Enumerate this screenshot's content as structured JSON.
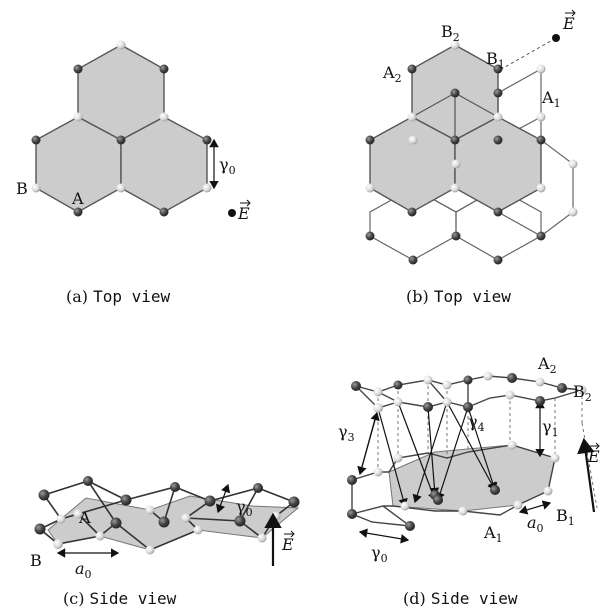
{
  "panels": [
    {
      "caption_letter": "(a)",
      "caption_text": "Top view"
    },
    {
      "caption_letter": "(b)",
      "caption_text": "Top view"
    },
    {
      "caption_letter": "(c)",
      "caption_text": "Side view"
    },
    {
      "caption_letter": "(d)",
      "caption_text": "Side view"
    }
  ],
  "labels": {
    "a": {
      "A": "A",
      "B": "B",
      "gamma0": "γ",
      "gamma0_sub": "0",
      "E": "E"
    },
    "b": {
      "B2": "B",
      "B2_sub": "2",
      "B1": "B",
      "B1_sub": "1",
      "A2": "A",
      "A2_sub": "2",
      "A1": "A",
      "A1_sub": "1",
      "E": "E"
    },
    "c": {
      "A": "A",
      "B": "B",
      "a0": "a",
      "a0_sub": "0",
      "gamma0": "γ",
      "gamma0_sub": "0",
      "E": "E"
    },
    "d": {
      "A2": "A",
      "A2_sub": "2",
      "B2": "B",
      "B2_sub": "2",
      "B1": "B",
      "B1_sub": "1",
      "A1": "A",
      "A1_sub": "1",
      "gamma3": "γ",
      "gamma3_sub": "3",
      "gamma4": "γ",
      "gamma4_sub": "4",
      "gamma1": "γ",
      "gamma1_sub": "1",
      "gamma0": "γ",
      "gamma0_sub": "0",
      "a0": "a",
      "a0_sub": "0",
      "E": "E"
    }
  },
  "colors": {
    "fill": "#cccccc",
    "edge": "#555555",
    "dark_atom": "#444444",
    "light_atom": "#e6e6e6",
    "ink": "#111111"
  }
}
